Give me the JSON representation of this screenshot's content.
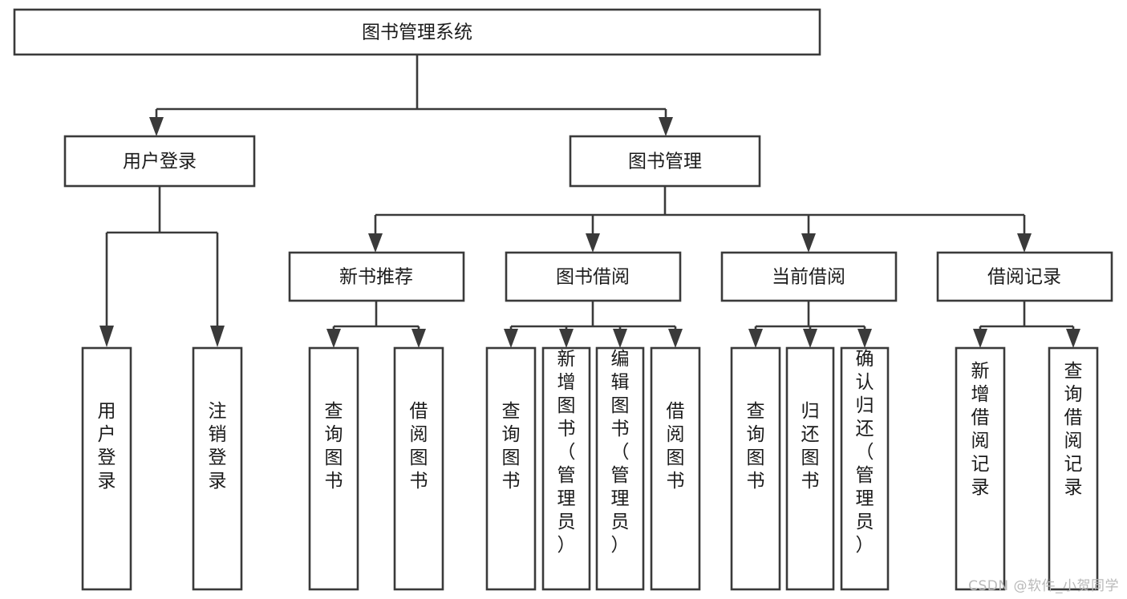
{
  "diagram": {
    "type": "hierarchy-tree",
    "title": "图书管理系统",
    "watermark": "CSDN @软件_小贺同学",
    "colors": {
      "box_stroke": "#3a3a3a",
      "box_fill": "#ffffff",
      "text": "#1b1b1b",
      "canvas": "#ffffff",
      "watermark": "#b9b9b9"
    },
    "levels": {
      "root": {
        "label": "图书管理系统"
      },
      "level2": [
        {
          "id": "user-login",
          "label": "用户登录"
        },
        {
          "id": "book-management",
          "label": "图书管理"
        }
      ],
      "level3": [
        {
          "id": "new-book-recommend",
          "label": "新书推荐",
          "parent": "book-management"
        },
        {
          "id": "book-borrow",
          "label": "图书借阅",
          "parent": "book-management"
        },
        {
          "id": "current-borrow",
          "label": "当前借阅",
          "parent": "book-management"
        },
        {
          "id": "borrow-record",
          "label": "借阅记录",
          "parent": "book-management"
        }
      ],
      "leaves": [
        {
          "id": "leaf-user-login",
          "label": "用户登录",
          "parent": "user-login"
        },
        {
          "id": "leaf-logout-login",
          "label": "注销登录",
          "parent": "user-login"
        },
        {
          "id": "leaf-query-book-1",
          "label": "查询图书",
          "parent": "new-book-recommend"
        },
        {
          "id": "leaf-borrow-book-1",
          "label": "借阅图书",
          "parent": "new-book-recommend"
        },
        {
          "id": "leaf-query-book-2",
          "label": "查询图书",
          "parent": "book-borrow"
        },
        {
          "id": "leaf-add-book",
          "label": "新增图书（管理员）",
          "parent": "book-borrow"
        },
        {
          "id": "leaf-edit-book",
          "label": "编辑图书（管理员）",
          "parent": "book-borrow"
        },
        {
          "id": "leaf-borrow-book-2",
          "label": "借阅图书",
          "parent": "book-borrow"
        },
        {
          "id": "leaf-query-book-3",
          "label": "查询图书",
          "parent": "current-borrow"
        },
        {
          "id": "leaf-return-book",
          "label": "归还图书",
          "parent": "current-borrow"
        },
        {
          "id": "leaf-confirm-return",
          "label": "确认归还（管理员）",
          "parent": "current-borrow"
        },
        {
          "id": "leaf-add-record",
          "label": "新增借阅记录",
          "parent": "borrow-record"
        },
        {
          "id": "leaf-query-record",
          "label": "查询借阅记录",
          "parent": "borrow-record"
        }
      ]
    }
  }
}
